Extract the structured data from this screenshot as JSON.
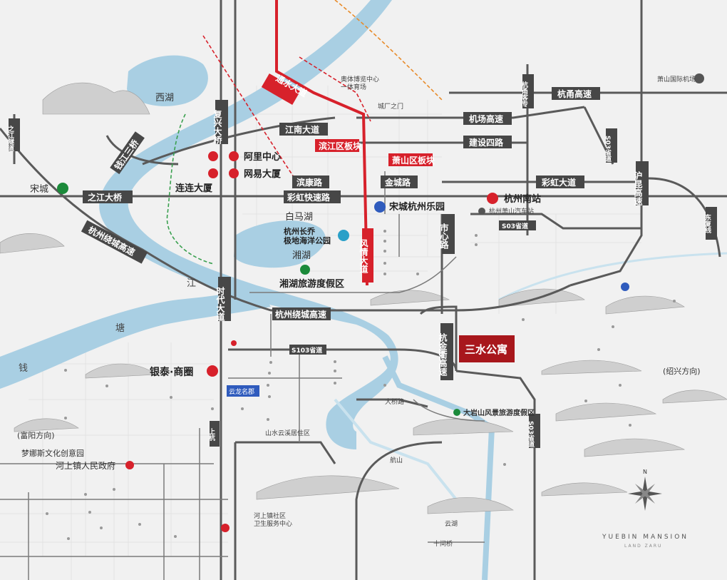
{
  "map": {
    "title": "三水公寓",
    "compass": "N",
    "brand_en": "YUEBIN MANSION",
    "brand_sub": "LAND ZARU",
    "roads": {
      "hangyong": "杭甬高速",
      "airport": "机场高速",
      "jiangnan": "江南大道",
      "jianshe": "建设四路",
      "caihong": "彩虹大道",
      "binkang": "滨康路",
      "jincheng": "金城路",
      "caihong_express": "彩虹快速路",
      "zhijiang_bridge": "之江大桥",
      "hangzhou_ring_w": "杭州绕城高速",
      "hangzhou_ring_s": "杭州绕城高速",
      "fuxing_bridge": "复兴大桥",
      "qianjiang_bridge": "钱江三桥",
      "shidai": "时代大道",
      "shixin": "市心路",
      "fengqing": "风情大道",
      "tongshui": "通水大道",
      "huhun": "沪昆高速",
      "hangjinqu": "杭金衢高速",
      "s03_mid": "S03省道",
      "s03_right": "S03省道",
      "s103": "S103省道",
      "s03_vertical": "S03省道",
      "zhijiang_road": "之江隧道",
      "hangyong_v": "杭甬客专",
      "shanshan": "上杭",
      "dongfu": "东复线"
    },
    "places": {
      "xihu": "西湖",
      "alibaba": "阿里中心",
      "netease": "网易大厦",
      "lianlian": "连连大厦",
      "songcheng": "宋城",
      "songcheng_park": "宋城杭州乐园",
      "baimahu": "白马湖",
      "haiyang": "杭州长乔\n极地海洋公园",
      "xianghu": "湘湖",
      "xianghu_resort": "湘湖旅游度假区",
      "binjiang_block": "滨江区板块",
      "xiaoshan_block": "萧山区板块",
      "hangzhou_south": "杭州南站",
      "yintai": "银泰·商圈",
      "fuyang_dir": "(富阳方向)",
      "shaoxing_dir": "(绍兴方向)",
      "dreamland": "梦娜斯文化创意园",
      "heshang_gov": "河上镇人民政府",
      "daiyanshan": "大岩山风景旅游度假区",
      "xiaoshan_airport": "萧山国际机场",
      "aolympics": "奥体博览中心\n一体育场",
      "jiangnan_water": "江",
      "tang_water": "塘",
      "qian_water": "钱",
      "yunqi": "云龙名郡",
      "shanshui_ring": "山水云溪居住区",
      "heshang_hospital": "河上镇社区\n卫生服务中心",
      "yunhu": "云湖",
      "hangshan": "航山",
      "daqiao": "大桥路",
      "shiqiao": "十间桥",
      "xiaoshan_bus": "杭州萧山汽车站",
      "chengchang": "城厂之门"
    },
    "colors": {
      "river": "#a9cfe3",
      "road": "#6a6a6a",
      "main_road": "#4e4e4e",
      "metro_red": "#d7212b",
      "highlight": "#c1272d",
      "green": "#1b8a3a",
      "label_box": "#474747"
    }
  }
}
